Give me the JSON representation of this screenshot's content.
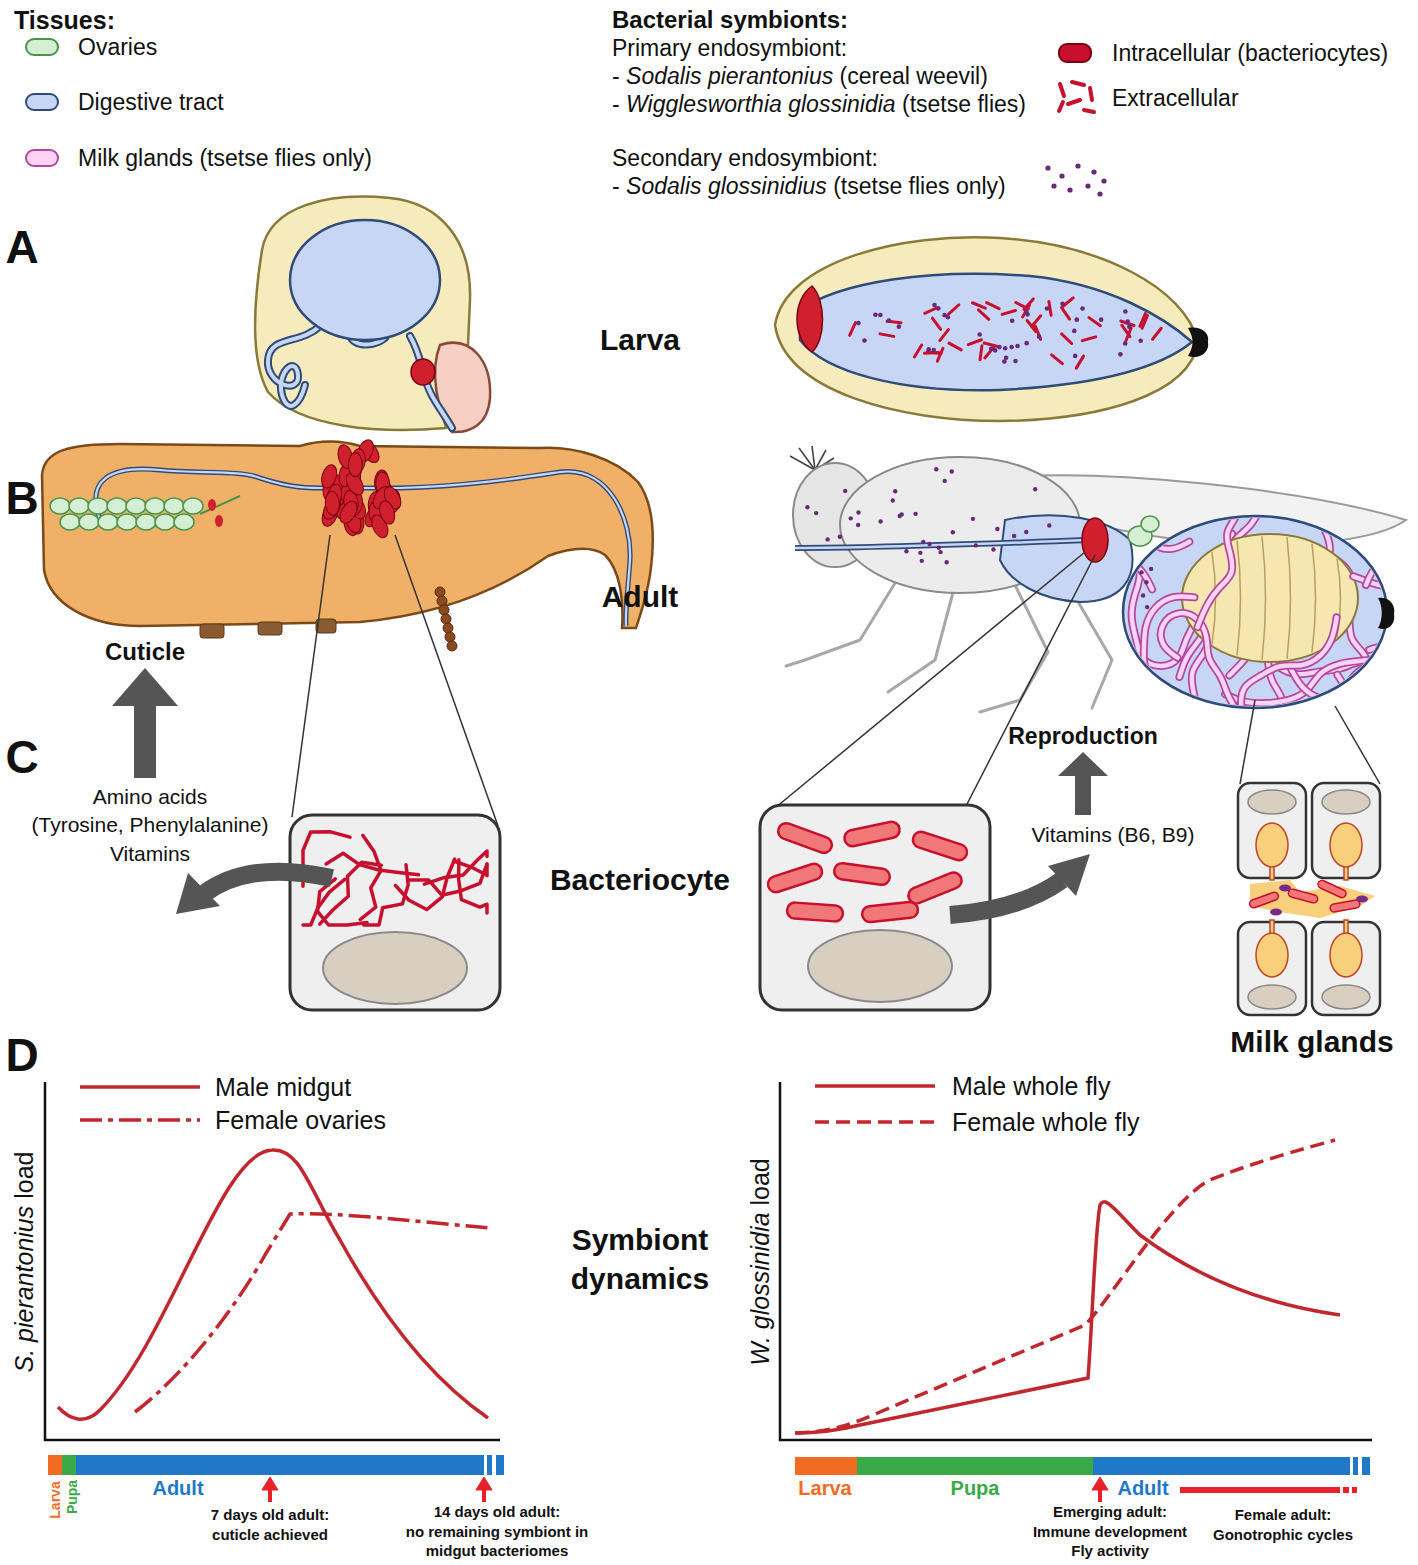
{
  "diagram": {
    "labels": [
      "Tissues:",
      "Bacterial symbionts:",
      "Primary endosymbiont:",
      "- Sodalis pierantonius (cereal weevil)",
      "- Wigglesworthia glossinidia (tsetse flies)",
      "Secondary endosymbiont:",
      "- Sodalis glossinidius (tsetse flies only)",
      "A",
      "Larva",
      "B",
      "Adult",
      "Cuticle",
      "Reproduction",
      "C",
      "Amino acids (Tyrosine, Phenylalanine) Vitamins",
      "Bacteriocyte",
      "Vitamins (B6, B9)",
      "Milk glands",
      "D",
      "S. pierantonius load",
      "Symbiont dynamics",
      "W. glossinidia load",
      "Larva",
      "Pupa",
      "Adult",
      "7 days old adult: cuticle achieved",
      "14 days old adult: no remaining symbiont in midgut bacteriomes",
      "Larva",
      "Pupa",
      "Adult",
      "Emerging adult: Immune development Fly activity",
      "Female adult: Gonotrophic cycles"
    ],
    "legend": [
      {
        "text": "Ovaries",
        "color": "#d5efd5"
      },
      {
        "text": "Digestive tract",
        "color": "#c7d6f5"
      },
      {
        "text": "Milk glands (tsetse flies only)",
        "color": "#fbd3f5"
      },
      {
        "text": "Intracellular (bacteriocytes)",
        "color": "#c8102e"
      },
      {
        "text": "Extracellular"
      },
      {
        "text": "Male midgut"
      },
      {
        "text": "Female ovaries"
      },
      {
        "text": "Male whole fly"
      },
      {
        "text": "Female whole fly"
      }
    ]
  }
}
